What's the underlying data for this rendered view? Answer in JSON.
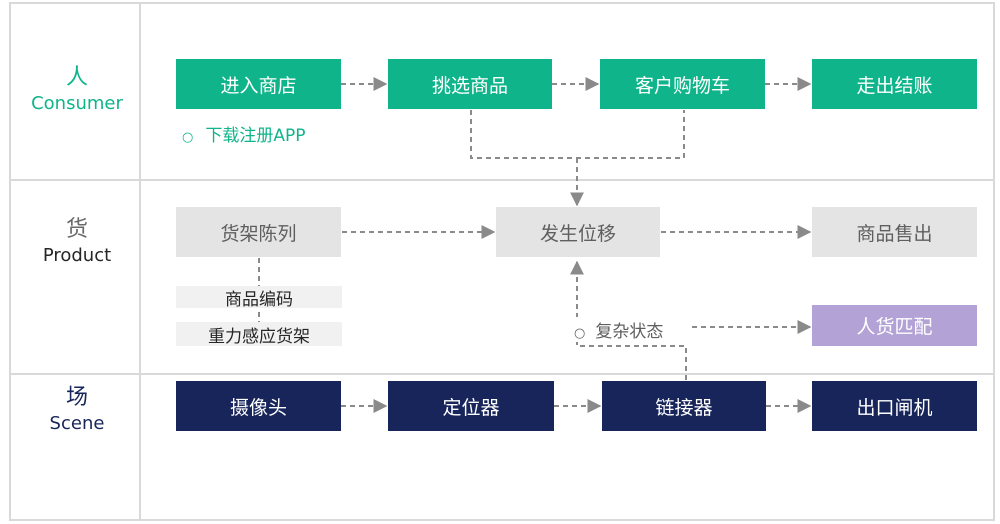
{
  "colors": {
    "consumer": "#10b48a",
    "product_box": "#e4e4e4",
    "product_text": "#5f5f5f",
    "scene": "#17255a",
    "match": "#b2a2d6",
    "arrow": "#8a8a8a",
    "border": "#d9d9d9"
  },
  "rows": {
    "consumer": {
      "zh": "人",
      "en": "Consumer"
    },
    "product": {
      "zh": "货",
      "en": "Product"
    },
    "scene": {
      "zh": "场",
      "en": "Scene"
    }
  },
  "consumer_steps": [
    "进入商店",
    "挑选商品",
    "客户购物车",
    "走出结账"
  ],
  "consumer_note": "下载注册APP",
  "product_nodes": {
    "shelf": "货架陈列",
    "displacement": "发生位移",
    "sold": "商品售出",
    "encoding": "商品编码",
    "gravity_shelf": "重力感应货架"
  },
  "complex_state": "复杂状态",
  "match": "人货匹配",
  "scene_steps": [
    "摄像头",
    "定位器",
    "链接器",
    "出口闸机"
  ],
  "bullet_glyph": "○"
}
